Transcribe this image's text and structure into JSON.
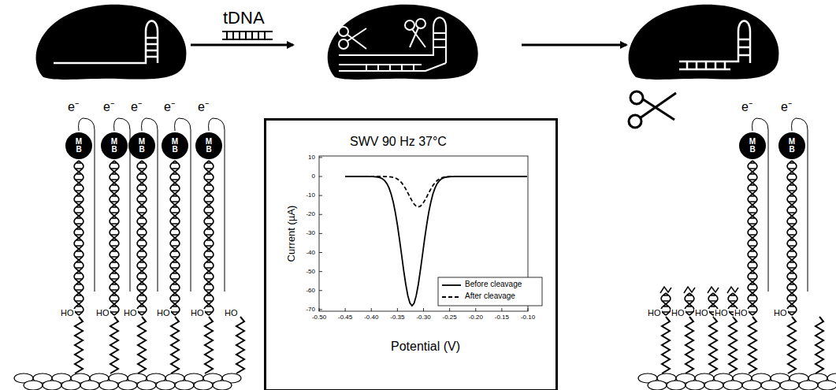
{
  "diagram": {
    "nodes": [
      {
        "text": [
          "M B"
        ]
      },
      {
        "text": [
          "M B"
        ]
      },
      {
        "text": [
          "M B"
        ]
      },
      {
        "text": [
          "M B"
        ]
      },
      {
        "text": [
          "M B"
        ]
      },
      {
        "text": [
          "SWV 90 Hz 37°C"
        ]
      },
      {
        "text": [
          "M B"
        ]
      },
      {
        "text": [
          "M B"
        ]
      }
    ],
    "labels": [
      "tDNA",
      "e⁻",
      "e⁻",
      "e⁻",
      "e⁻",
      "e⁻",
      "e⁻",
      "e⁻",
      "HO",
      "HO",
      "HO",
      "HO",
      "HO",
      "HO",
      "HO",
      "HO",
      "HO",
      "HO",
      "HO",
      "HO",
      "10",
      "0",
      "-10",
      "-20",
      "-30",
      "-40",
      "-50",
      "-60",
      "-70",
      "-0.50",
      "-0.45",
      "-0.40",
      "-0.35",
      "-0.30",
      "-0.25",
      "-0.20",
      "-0.15",
      "-0.10",
      "Current (µA)",
      "Potential (V)"
    ],
    "legend": [
      {
        "text": "Before cleavage"
      },
      {
        "text": "After cleavage"
      }
    ]
  }
}
